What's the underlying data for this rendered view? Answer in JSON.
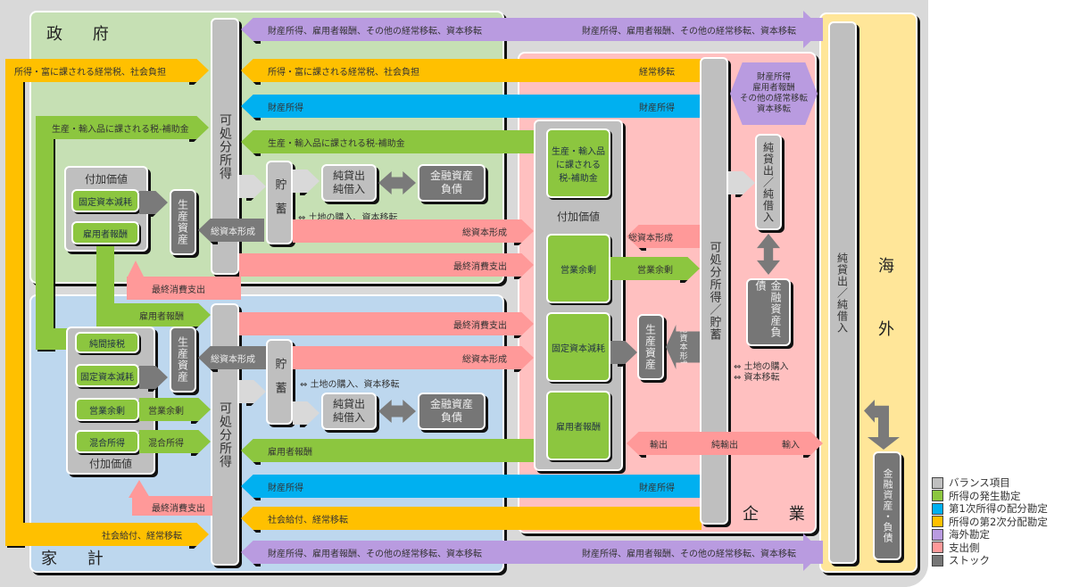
{
  "sectors": {
    "government": "政 府",
    "household": "家 計",
    "corporate": "企 業",
    "abroad": "海 外"
  },
  "balances": {
    "disposable_income": "可処分所得",
    "disposable_income_savings": "可処分所得／貯蓄",
    "savings": "貯蓄",
    "net_lending": "純貸出\n純借入",
    "net_lending_vertical": "純貸出／純借入",
    "financial_assets": "金融資産\n負債",
    "financial_assets_vertical": "金融資産負債",
    "financial_assets_abroad": "金融資産・負債",
    "produced_assets": "生産資産"
  },
  "value_added": {
    "title": "付加価値",
    "gov_items": [
      "固定資本減耗",
      "雇用者報酬"
    ],
    "hh_items": [
      "純間接税",
      "固定資本減耗",
      "営業余剰",
      "混合所得"
    ],
    "corp_items": [
      "生産・輸入品に課される税-補助金",
      "営業余剰",
      "固定資本減耗",
      "雇用者報酬"
    ]
  },
  "flows": {
    "top_purple_left": "財産所得、雇用者報酬、その他の経常移転、資本移転",
    "top_purple_right": "財産所得、雇用者報酬、その他の経常移転、資本移転",
    "gov_tax_in": "所得・富に課される経常税、社会負担",
    "corp_to_gov_tax": "所得・富に課される経常税、社会負担",
    "current_transfer": "経常移転",
    "property_income": "財産所得",
    "production_tax_in": "生産・輸入品に課される税-補助金",
    "production_tax_corp": "生産・輸入品に課される税-補助金",
    "gross_capital_formation": "総資本形成",
    "final_consumption": "最終消費支出",
    "compensation": "雇用者報酬",
    "operating_surplus": "営業余剰",
    "mixed_income": "混合所得",
    "social_benefits": "社会給付、経常移転",
    "land_note": "⇔ 土地の購入、資本移転",
    "land_note_corp_1": "⇔ 土地の購入",
    "land_note_corp_2": "⇔ 資本移転",
    "abroad_flows": "財産所得\n雇用者報酬\nその他の経常移転\n資本移転",
    "exports": "輸出",
    "net_exports": "純輸出",
    "imports": "輸入",
    "bottom_purple_left": "財産所得、雇用者報酬、その他の経常移転、資本移転",
    "bottom_purple_right": "財産所得、雇用者報酬、その他の経常移転、資本移転"
  },
  "legend": [
    {
      "label": "バランス項目",
      "color": "#bfbfbf"
    },
    {
      "label": "所得の発生勘定",
      "color": "#8cc63f"
    },
    {
      "label": "第1次所得の配分勘定",
      "color": "#00b0f0"
    },
    {
      "label": "所得の第2次分配勘定",
      "color": "#ffc000"
    },
    {
      "label": "海外勘定",
      "color": "#b99be0"
    },
    {
      "label": "支出側",
      "color": "#ff9999"
    },
    {
      "label": "ストック",
      "color": "#767676"
    }
  ]
}
